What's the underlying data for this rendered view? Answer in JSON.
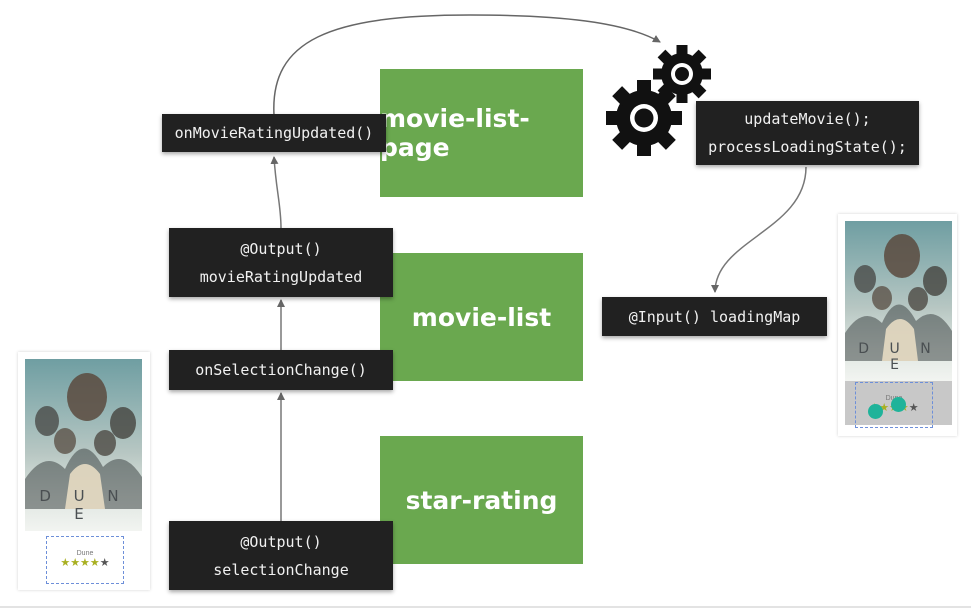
{
  "diagram": {
    "components": {
      "page": "movie-list-page",
      "list": "movie-list",
      "rating": "star-rating"
    },
    "code": {
      "page_handler": "onMovieRatingUpdated()",
      "list_output_line1": "@Output()",
      "list_output_line2": "movieRatingUpdated",
      "list_handler": "onSelectionChange()",
      "rating_output_line1": "@Output()",
      "rating_output_line2": "selectionChange",
      "service_line1": "updateMovie();",
      "service_line2": "processLoadingState();",
      "input_binding": "@Input() loadingMap"
    },
    "cards": {
      "left": {
        "movie_name": "Dune",
        "stars_on": "★★★★",
        "stars_off": "★"
      },
      "right": {
        "movie_name": "Dune",
        "stars_on": "★★★★",
        "stars_off": "★"
      }
    },
    "colors": {
      "component_green": "#6aa84f",
      "code_dark": "#212121",
      "loading_dot": "#1fb39a",
      "arrow_gray": "#666666"
    },
    "icons": [
      "gears-icon",
      "dune-poster-image"
    ]
  }
}
